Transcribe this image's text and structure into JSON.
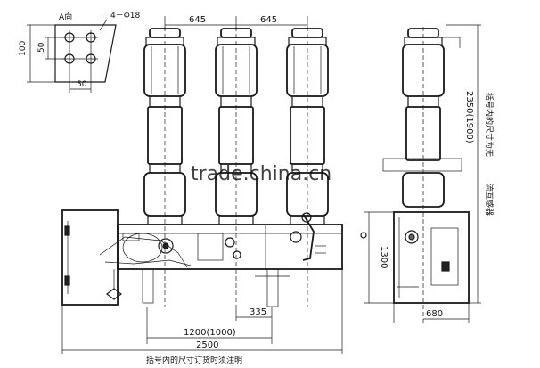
{
  "labels": {
    "view_a": "A向",
    "holes": "4－Φ18",
    "dim_100": "100",
    "dim_50_v": "50",
    "dim_50_h": "50",
    "dim_645_left": "645",
    "dim_645_right": "645",
    "dim_1300": "1300",
    "dim_2350": "2350(1900)",
    "dim_335": "335",
    "dim_1200": "1200(1000)",
    "dim_2500": "2500",
    "dim_680": "680",
    "note_bottom": "括号内的尺寸订货时须注明",
    "note_right_1": "括号内的尺寸为无",
    "note_right_2": "流互感器",
    "watermark": "trade.china.cn"
  }
}
